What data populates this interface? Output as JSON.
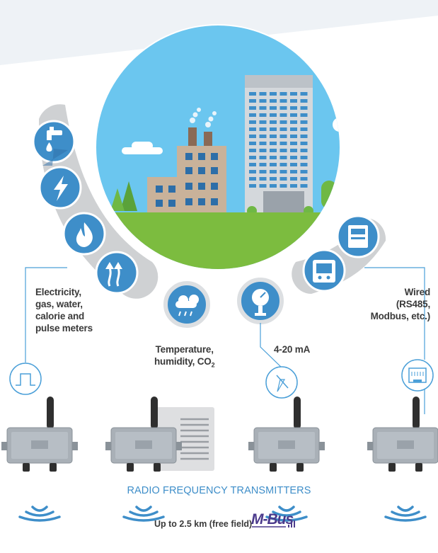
{
  "colors": {
    "accent": "#3e8ec9",
    "icon_dark": "#2d6ea8",
    "sky": "#6bc6ef",
    "grass": "#7cbc3f",
    "arc_gray": "#cfd1d3",
    "line_blue": "#4a9fd8"
  },
  "labels": {
    "meters": [
      "Electricity,",
      "gas, water,",
      "calorie and",
      "pulse meters"
    ],
    "temperature": [
      "Temperature,",
      "humidity, CO"
    ],
    "co2_sub": "2",
    "analog": "4-20 mA",
    "wired": [
      "Wired",
      "(RS485,",
      "Modbus, etc.)"
    ]
  },
  "footer": {
    "transmitters_title": "RADIO FREQUENCY TRANSMITTERS",
    "range": "Up to 2.5 km (free field)",
    "mbus_logo": "M-Bus"
  },
  "icons": {
    "left_arc": [
      "water-tap-icon",
      "lightning-icon",
      "flame-icon",
      "heat-arrows-icon"
    ],
    "center": [
      "weather-icon",
      "pressure-gauge-icon"
    ],
    "right_arc": [
      "din-rail-meter-icon",
      "display-meter-icon"
    ],
    "inputs": [
      "pulse-signal-icon",
      "analog-dial-icon",
      "ethernet-port-icon"
    ],
    "transmitter_count": 4
  }
}
